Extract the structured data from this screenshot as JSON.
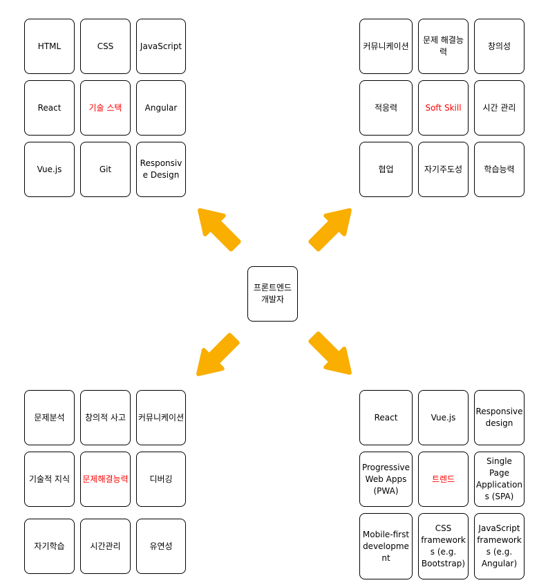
{
  "colors": {
    "highlight": "#ff0000",
    "text": "#000000",
    "border": "#000000",
    "arrow": "#f9ae00"
  },
  "center": {
    "label": "프론트엔드 개발자"
  },
  "clusters": [
    {
      "id": "tech-stack",
      "cells": [
        "HTML",
        "CSS",
        "JavaScript",
        "React",
        "기술 스택",
        "Angular",
        "Vue.js",
        "Git",
        "Responsive Design"
      ],
      "highlight_index": 4
    },
    {
      "id": "soft-skill",
      "cells": [
        "커뮤니케이션",
        "문제 해결능력",
        "창의성",
        "적응력",
        "Soft Skill",
        "시간 관리",
        "협업",
        "자기주도성",
        "학습능력"
      ],
      "highlight_index": 4
    },
    {
      "id": "problem-solving",
      "cells": [
        "문제분석",
        "창의적 사고",
        "커뮤니케이션",
        "기술적 지식",
        "문제해결능력",
        "디버깅",
        "자기학습",
        "시간관리",
        "유연성"
      ],
      "highlight_index": 4
    },
    {
      "id": "trend",
      "cells": [
        "React",
        "Vue.js",
        "Responsive design",
        "Progressive Web Apps (PWA)",
        "트렌드",
        "Single Page Applications (SPA)",
        "Mobile-first development",
        "CSS frameworks (e.g. Bootstrap)",
        "JavaScript frameworks (e.g. Angular)"
      ],
      "highlight_index": 4
    }
  ],
  "arrows": [
    {
      "direction": "up-left",
      "icon": "arrow-icon"
    },
    {
      "direction": "up-right",
      "icon": "arrow-icon"
    },
    {
      "direction": "down-left",
      "icon": "arrow-icon"
    },
    {
      "direction": "down-right",
      "icon": "arrow-icon"
    }
  ]
}
